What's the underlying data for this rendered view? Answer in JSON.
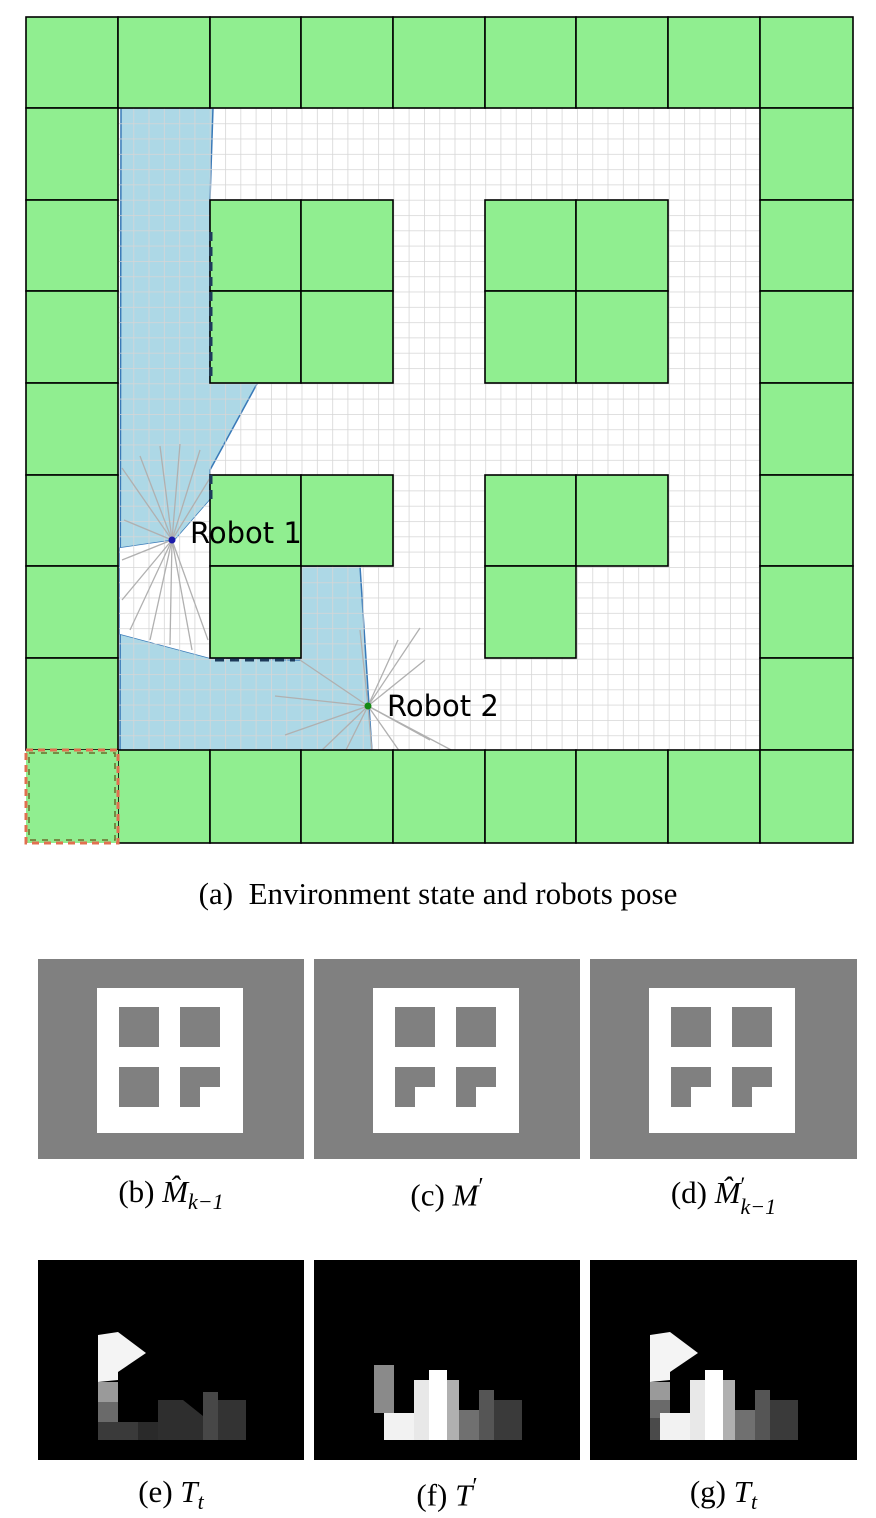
{
  "figure_a": {
    "robot1_label": "Robot 1",
    "robot2_label": "Robot 2",
    "caption_tag": "(a)",
    "caption_text": "Environment state and robots pose",
    "colors": {
      "obstacle": "#90ee90",
      "explored": "#add8e6",
      "free": "#ffffff",
      "grid": "#d6d6d6",
      "robot1": "#1a1aaa",
      "robot2": "#138a13",
      "dashed_cell": "#e07050"
    }
  },
  "figure_b": {
    "tag": "(b)",
    "symbol": "M̂",
    "subscript": "k−1",
    "superscript": ""
  },
  "figure_c": {
    "tag": "(c)",
    "symbol": "M",
    "subscript": "",
    "superscript": "′"
  },
  "figure_d": {
    "tag": "(d)",
    "symbol": "M̂",
    "subscript": "k−1",
    "superscript": "′"
  },
  "figure_e": {
    "tag": "(e)",
    "symbol": "T",
    "subscript": "t",
    "superscript": ""
  },
  "figure_f": {
    "tag": "(f)",
    "symbol": "T",
    "subscript": "",
    "superscript": "′"
  },
  "figure_g": {
    "tag": "(g)",
    "symbol": "T",
    "subscript": "t",
    "superscript": ""
  },
  "map_colors": {
    "unknown": "#808080",
    "free": "#ffffff",
    "background": "#000000"
  }
}
